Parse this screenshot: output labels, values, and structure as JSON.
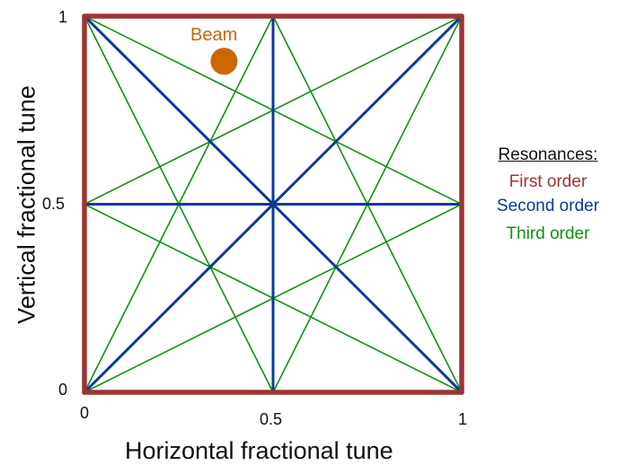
{
  "diagram": {
    "title": "",
    "x_axis": {
      "label": "Horizontal fractional tune",
      "ticks": [
        "0",
        "0.5",
        "1"
      ]
    },
    "y_axis": {
      "label": "Vertical fractional tune",
      "ticks": [
        "0",
        "0.5",
        "1"
      ]
    },
    "legend": {
      "title": "Resonances:",
      "items": [
        {
          "label": "First order",
          "color": "#9b3535"
        },
        {
          "label": "Second order",
          "color": "#0a3a9c"
        },
        {
          "label": "Third order",
          "color": "#129012"
        }
      ]
    },
    "beam": {
      "label": "Beam",
      "qx": 0.37,
      "qy": 0.88,
      "color": "#cc6600"
    },
    "resonance_lines": {
      "first_order": [
        [
          [
            0,
            0
          ],
          [
            1,
            0
          ]
        ],
        [
          [
            1,
            0
          ],
          [
            1,
            1
          ]
        ],
        [
          [
            1,
            1
          ],
          [
            0,
            1
          ]
        ],
        [
          [
            0,
            1
          ],
          [
            0,
            0
          ]
        ]
      ],
      "second_order": [
        [
          [
            0,
            0
          ],
          [
            1,
            1
          ]
        ],
        [
          [
            0,
            1
          ],
          [
            1,
            0
          ]
        ],
        [
          [
            0.5,
            0
          ],
          [
            0.5,
            1
          ]
        ],
        [
          [
            0,
            0.5
          ],
          [
            1,
            0.5
          ]
        ]
      ],
      "third_order": [
        [
          [
            0,
            0.5
          ],
          [
            1,
            1
          ]
        ],
        [
          [
            0,
            0.5
          ],
          [
            1,
            0
          ]
        ],
        [
          [
            1,
            0.5
          ],
          [
            0,
            1
          ]
        ],
        [
          [
            1,
            0.5
          ],
          [
            0,
            0
          ]
        ],
        [
          [
            0.5,
            1
          ],
          [
            0,
            0
          ]
        ],
        [
          [
            0.5,
            1
          ],
          [
            1,
            0
          ]
        ],
        [
          [
            0.5,
            0
          ],
          [
            0,
            1
          ]
        ],
        [
          [
            0.5,
            0
          ],
          [
            1,
            1
          ]
        ]
      ]
    }
  }
}
